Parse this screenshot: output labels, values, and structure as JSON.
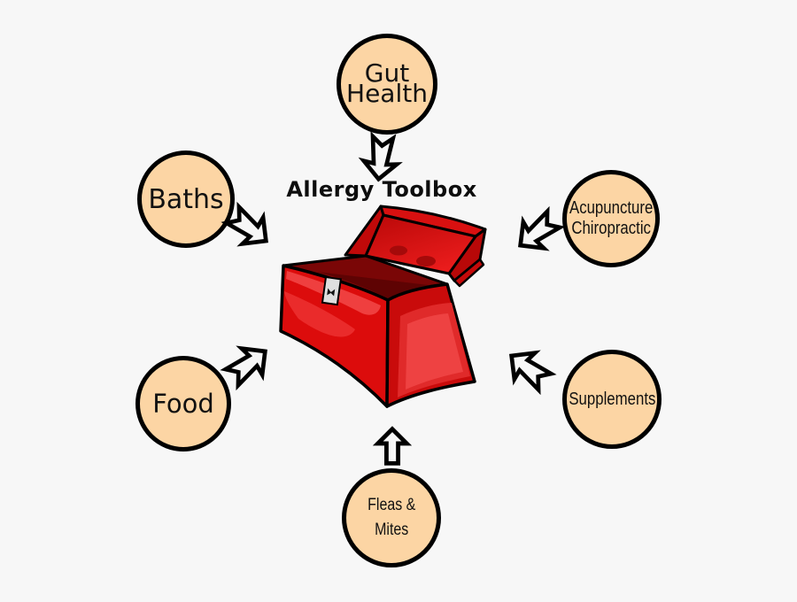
{
  "title": "Allergy Toolbox",
  "diagram_type": "hub-and-spoke",
  "background_color": "#f7f7f7",
  "node_style": {
    "fill": "#FCD5A4",
    "stroke": "#000000"
  },
  "toolbox_colors": {
    "main_red": "#DC0C0C",
    "shaded_red": "#C90B0B",
    "highlight_red": "#EF3F3F",
    "interior_maroon": "#7A0606",
    "interior_shadow": "#5E0303",
    "latch_gray": "#DFDFDF",
    "outline": "#000000"
  },
  "center": {
    "label": "Allergy Toolbox",
    "illustration": "open red toolbox"
  },
  "nodes": [
    {
      "id": "gut-health",
      "label": "Gut\nHealth",
      "position": "top"
    },
    {
      "id": "baths",
      "label": "Baths",
      "position": "upper-left"
    },
    {
      "id": "acupuncture-chiropractic",
      "label": "Acupuncture\nChiropractic",
      "position": "upper-right"
    },
    {
      "id": "food",
      "label": "Food",
      "position": "lower-left"
    },
    {
      "id": "supplements",
      "label": "Supplements",
      "position": "lower-right"
    },
    {
      "id": "fleas-mites",
      "label": "Fleas &\nMites",
      "position": "bottom"
    }
  ],
  "arrows": [
    {
      "from": "gut-health",
      "to": "toolbox",
      "direction": "down"
    },
    {
      "from": "baths",
      "to": "toolbox",
      "direction": "down-right"
    },
    {
      "from": "acupuncture-chiropractic",
      "to": "toolbox",
      "direction": "down-left"
    },
    {
      "from": "food",
      "to": "toolbox",
      "direction": "up-right"
    },
    {
      "from": "supplements",
      "to": "toolbox",
      "direction": "up-left"
    },
    {
      "from": "fleas-mites",
      "to": "toolbox",
      "direction": "up"
    }
  ]
}
